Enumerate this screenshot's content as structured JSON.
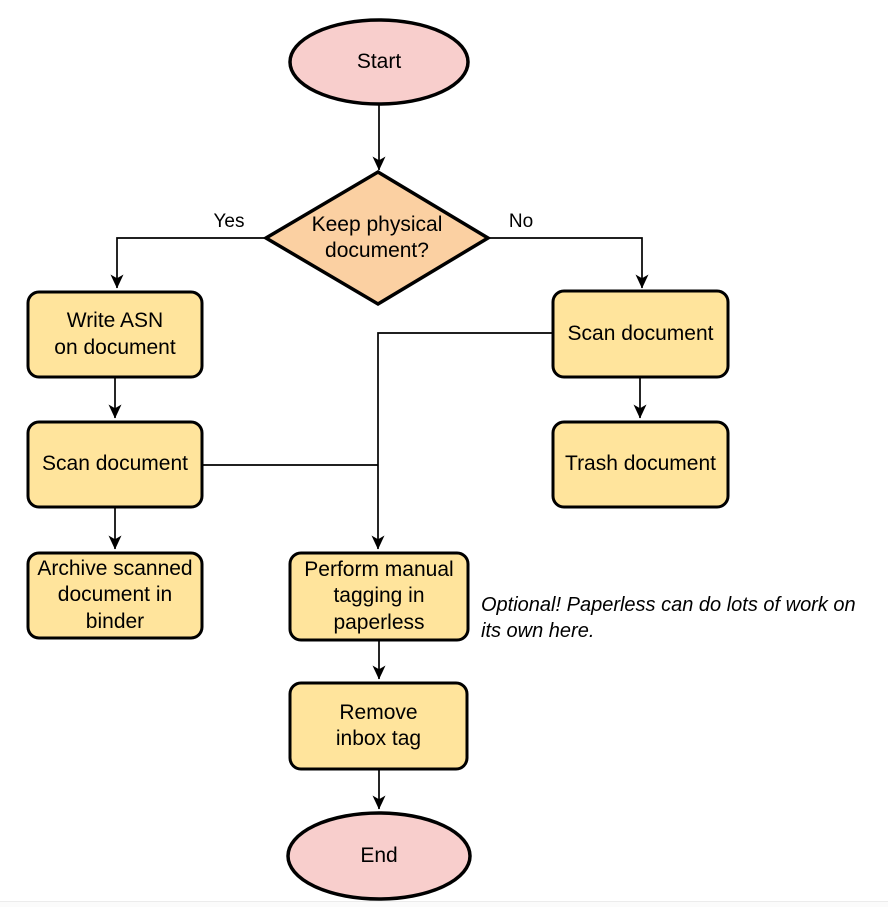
{
  "colors": {
    "pink": "#f8cecc",
    "orange": "#fbd0a2",
    "yellow": "#ffe49c",
    "stroke": "#000000",
    "line": "#000000"
  },
  "flowchart": {
    "nodes": {
      "start": {
        "label": "Start",
        "shape": "ellipse"
      },
      "decision": {
        "label": "Keep physical\ndocument?",
        "shape": "diamond"
      },
      "write_asn": {
        "label": "Write ASN\non document",
        "shape": "rect"
      },
      "scan_left": {
        "label": "Scan document",
        "shape": "rect"
      },
      "archive": {
        "label": "Archive scanned\ndocument in\nbinder",
        "shape": "rect"
      },
      "scan_right": {
        "label": "Scan document",
        "shape": "rect"
      },
      "trash": {
        "label": "Trash document",
        "shape": "rect"
      },
      "tagging": {
        "label": "Perform manual\ntagging in\npaperless",
        "shape": "rect"
      },
      "remove_inbox": {
        "label": "Remove\ninbox tag",
        "shape": "rect"
      },
      "end": {
        "label": "End",
        "shape": "ellipse"
      }
    },
    "edges": [
      {
        "from": "start",
        "to": "decision",
        "label": ""
      },
      {
        "from": "decision",
        "to": "write_asn",
        "label": "Yes"
      },
      {
        "from": "decision",
        "to": "scan_right",
        "label": "No"
      },
      {
        "from": "write_asn",
        "to": "scan_left",
        "label": ""
      },
      {
        "from": "scan_left",
        "to": "archive",
        "label": ""
      },
      {
        "from": "scan_left",
        "to": "tagging",
        "label": ""
      },
      {
        "from": "scan_right",
        "to": "trash",
        "label": ""
      },
      {
        "from": "scan_right",
        "to": "tagging",
        "label": ""
      },
      {
        "from": "tagging",
        "to": "remove_inbox",
        "label": ""
      },
      {
        "from": "remove_inbox",
        "to": "end",
        "label": ""
      }
    ],
    "note": {
      "text": "Optional! Paperless can do lots of work on\nits own here."
    }
  }
}
